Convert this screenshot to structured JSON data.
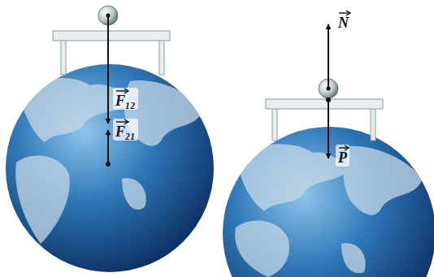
{
  "diagram": {
    "labels": [
      "F₁₂",
      "F₂₁",
      "N",
      "P"
    ]
  }
}
